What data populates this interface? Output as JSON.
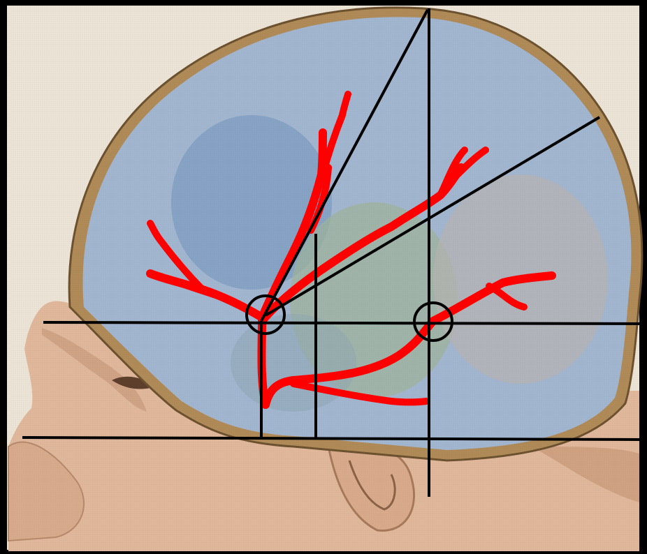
{
  "colors": {
    "frame": "#000000",
    "paper": "#ece4d6",
    "skin": "#e1b89c",
    "skin_shadow": "#c99b7d",
    "bone": "#b08b58",
    "bone_dark": "#7e6236",
    "brain": "#a3b6d0",
    "brain_lobe": "#7d9cc2",
    "brain_green": "#9fb49a",
    "brain_gray": "#b6b4b0",
    "artery": "#ff0000",
    "guide_lines": "#000000"
  },
  "figure": {
    "subject": "lateral-view-head-brain-meningeal-artery",
    "landmarks": [
      {
        "name": "anterior-point",
        "marker": "circle"
      },
      {
        "name": "posterior-point",
        "marker": "circle"
      }
    ],
    "artery_branches": [
      "anterior-branch",
      "posterior-branch",
      "frontal-twig",
      "descending-trunk"
    ],
    "guide_lines": [
      "upper-horizontal",
      "lower-horizontal",
      "vertical-posterior",
      "vertical-anterior",
      "vertical-middle",
      "steep-diagonal",
      "shallow-diagonal"
    ]
  }
}
